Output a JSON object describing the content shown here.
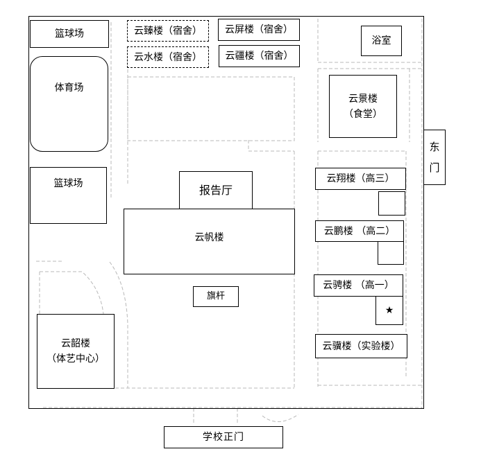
{
  "buildings": {
    "basketball_top": "篮球场",
    "gym": "体育场",
    "basketball_bottom": "篮球场",
    "yunzhen": "云臻楼（宿舍）",
    "yunping": "云屏楼（宿舍）",
    "yunshui": "云水楼（宿舍）",
    "yunjiang": "云疆楼（宿舍）",
    "bathroom": "浴室",
    "yunjing_line1": "云景楼",
    "yunjing_line2": "（食堂）",
    "east_gate_line1": "东",
    "east_gate_line2": "门",
    "baogaoting": "报告厅",
    "yunfan": "云帆楼",
    "flagpole": "旗杆",
    "yunxiang": "云翔楼（高三）",
    "yunpeng": "云鹏楼 （高二）",
    "yuncheng": "云骋楼 （高一）",
    "star_mark": "★",
    "yunji": "云骥楼（实验楼）",
    "yunshao_line1": "云韶楼",
    "yunshao_line2": "（体艺中心）",
    "main_gate": "学校正门"
  },
  "colors": {
    "outline": "#000000",
    "path": "#b8b8b8",
    "background": "#ffffff"
  }
}
